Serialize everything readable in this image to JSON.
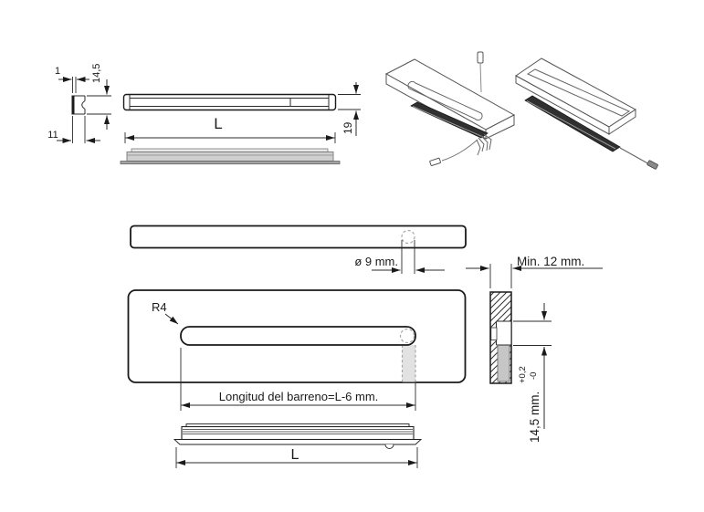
{
  "colors": {
    "line": "#1a1a1a",
    "dimension": "#2b2b2b",
    "dashed_hidden": "#a6a6a6",
    "profile_gray": "#d2d2d2",
    "profile_dark": "#303030",
    "hatch": "#333333",
    "groove_fill": "#e2e2e2"
  },
  "views": {
    "end_section": {
      "lip": "1",
      "height": "14,5",
      "width": "11"
    },
    "front": {
      "length": "L",
      "height": "19"
    },
    "plan": {
      "hole_diameter": "ø 9 mm."
    },
    "back": {
      "corner_radius": "R4",
      "bore_length": "Longitud del barreno=L-6 mm.",
      "length": "L"
    },
    "section": {
      "min_thickness": "Min. 12 mm.",
      "groove_depth": "14,5 mm.",
      "tolerance_plus": "+0,2",
      "tolerance_minus": "-0"
    }
  }
}
